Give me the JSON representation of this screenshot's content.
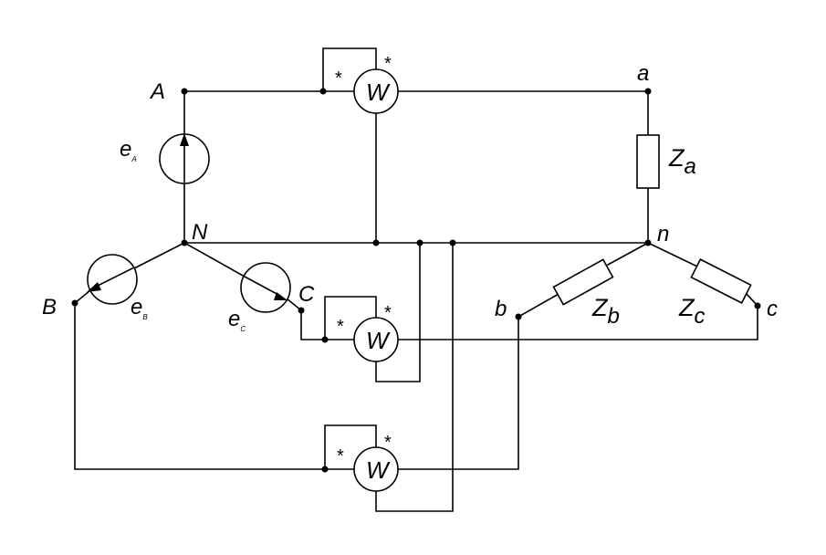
{
  "nodes": {
    "A": "A",
    "N": "N",
    "B": "B",
    "C": "C",
    "a": "a",
    "b": "b",
    "c": "c",
    "n": "n"
  },
  "sources": {
    "eA": {
      "main": "e",
      "sub": "A"
    },
    "eB": {
      "main": "e",
      "sub": "B"
    },
    "eC": {
      "main": "e",
      "sub": "C"
    }
  },
  "impedances": {
    "Za": {
      "main": "Z",
      "sub": "a"
    },
    "Zb": {
      "main": "Z",
      "sub": "b"
    },
    "Zc": {
      "main": "Z",
      "sub": "c"
    }
  },
  "wattmeters": [
    {
      "symbol": "W",
      "current_mark": "*",
      "voltage_mark": "*"
    },
    {
      "symbol": "W",
      "current_mark": "*",
      "voltage_mark": "*"
    },
    {
      "symbol": "W",
      "current_mark": "*",
      "voltage_mark": "*"
    }
  ]
}
